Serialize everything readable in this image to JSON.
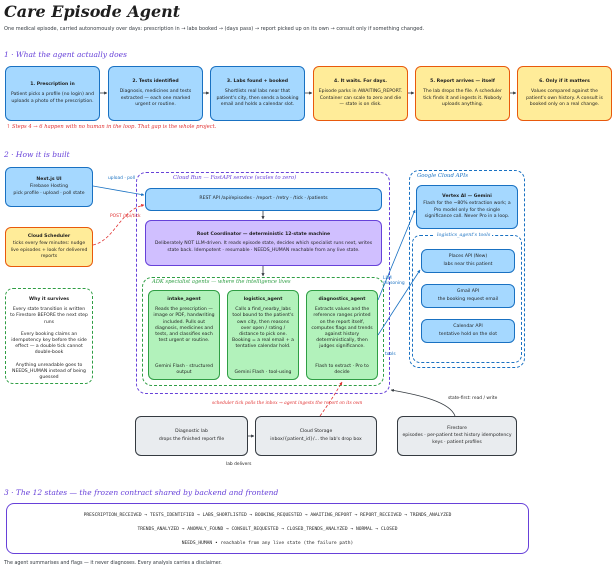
{
  "title": "Care Episode Agent",
  "subtitle": "One medical episode, carried autonomously over days:  prescription in →  labs booked  →  (days pass)  →  report picked up on its own  →  consult only if something changed.",
  "section1": {
    "heading": "1 · What the agent actually does",
    "steps": [
      {
        "title": "1. Prescription in",
        "body": "Patient picks a profile (no login) and uploads a photo of the prescription."
      },
      {
        "title": "2. Tests identified",
        "body": "Diagnosis, medicines and tests extracted — each one marked urgent or routine."
      },
      {
        "title": "3. Labs found + booked",
        "body": "Shortlists real labs near that patient's city, then sends a booking email and holds a calendar slot."
      },
      {
        "title": "4. It waits. For days.",
        "body": "Episode parks in AWAITING_REPORT. Container can scale to zero and die — state is on disk."
      },
      {
        "title": "5. Report arrives — itself",
        "body": "The lab drops the file. A scheduler tick finds it and ingests it. Nobody uploads anything."
      },
      {
        "title": "6. Only if it matters",
        "body": "Values compared against the patient's own history. A consult is booked only on a real change."
      }
    ],
    "note": "Steps 4 → 6 happen with no human in the loop. That gap is the whole project."
  },
  "section2": {
    "heading": "2 · How it is built",
    "nextjs": {
      "title": "Next.js UI",
      "body": "Firebase Hosting\npick profile · upload · poll state"
    },
    "scheduler": {
      "title": "Cloud Scheduler",
      "body": "ticks every few minutes: nudge live episodes + look for delivered reports"
    },
    "survives": {
      "title": "Why it survives",
      "lines": [
        "Every state transition is written to Firestore BEFORE the next step runs",
        "Every booking claims an idempotency key before the side effect — a double tick cannot double-book",
        "Anything unreadable goes to NEEDS_HUMAN instead of being guessed"
      ]
    },
    "cloudrun_label": "Cloud Run — FastAPI service  (scales to zero)",
    "rest": "REST API /api/episodes · /report · /retry · /tick · /patients",
    "coordinator": {
      "title": "Root Coordinator — deterministic 12-state machine",
      "body": "Deliberately NOT LLM-driven. It reads episode state, decides which specialist runs next, writes state back. Idempotent · resumable · NEEDS_HUMAN reachable from any live state."
    },
    "adk_label": "ADK specialist agents — where the intelligence lives",
    "agents": [
      {
        "title": "intake_agent",
        "body": "Reads the prescription — image or PDF, handwriting included. Pulls out diagnosis, medicines and tests, and classifies each test urgent or routine.",
        "foot": "Gemini Flash · structured output"
      },
      {
        "title": "logistics_agent",
        "body": "Calls a find_nearby_labs tool bound to the patient's own city, then reasons over open / rating / distance to pick one. Booking = a real email + a tentative calendar hold.",
        "foot": "Gemini Flash · tool-using"
      },
      {
        "title": "diagnostics_agent",
        "body": "Extracts values and the reference ranges printed on the report itself, computes flags and trends against history deterministically, then judges significance.",
        "foot": "Flash to extract · Pro to decide"
      }
    ],
    "google_label": "Google Cloud APIs",
    "vertex": {
      "title": "Vertex AI — Gemini",
      "body": "Flash for the ~80% extraction work; a Pro model only for the single significance call. Never Pro in a loop."
    },
    "tools_label": "logistics_agent's tools",
    "places": {
      "title": "Places API (New)",
      "body": "labs near this patient"
    },
    "gmail": {
      "title": "Gmail API",
      "body": "the booking request email"
    },
    "calendar": {
      "title": "Calendar API",
      "body": "tentative hold on the slot"
    },
    "diag_lab": {
      "title": "Diagnostic lab",
      "body": "drops the finished report file"
    },
    "storage": {
      "title": "Cloud Storage",
      "body": "inbox/{patient_id}/... the lab's drop box"
    },
    "firestore": {
      "title": "Firestore",
      "body": "episodes · per-patient test history idempotency keys · patient profiles"
    },
    "arrow_labels": {
      "upload_poll": "upload · poll",
      "post_tick": "POST /api/tick",
      "llm_reasoning": "LLM reasoning",
      "tools": "tools",
      "scheduler_polls": "scheduler tick polls the inbox → agent ingests the report on its own",
      "state_rw": "state-first: read / write",
      "lab_delivers": "lab delivers"
    }
  },
  "section3": {
    "heading": "3 · The 12 states — the frozen contract shared by backend and frontend",
    "line1": "PRESCRIPTION_RECEIVED → TESTS_IDENTIFIED → LABS_SHORTLISTED → BOOKING_REQUESTED → AWAITING_REPORT → REPORT_RECEIVED → TRENDS_ANALYZED",
    "line2": "TRENDS_ANALYZED → ANOMALY_FOUND → CONSULT_REQUESTED → CLOSED_TRENDS_ANALYZED → NORMAL → CLOSED",
    "line3": "NEEDS_HUMAN • reachable from any live state (the failure path)"
  },
  "footer": "The agent summarises and flags — it never diagnoses. Every analysis carries a disclaimer.",
  "colors": {
    "blue": "#a5d8ff",
    "yellow": "#ffec99",
    "purple": "#d0bfff",
    "green": "#b2f2bb",
    "grey": "#e9ecef",
    "accent": "#6741d9",
    "warn": "#e03131"
  }
}
